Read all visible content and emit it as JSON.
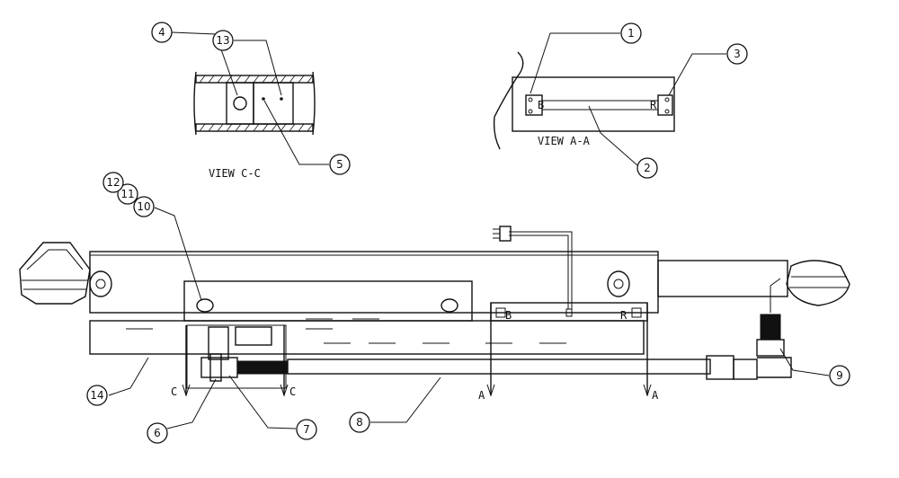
{
  "views": {
    "c_c": "VIEW C-C",
    "a_a": "VIEW A-A"
  },
  "section_marks": {
    "c_left": "C",
    "c_right": "C",
    "a_left": "A",
    "a_right": "A"
  },
  "port_labels": {
    "b_top": "B",
    "r_top": "R",
    "b_main": "B",
    "r_main": "R"
  },
  "balloons": [
    {
      "id": "1",
      "label": "1"
    },
    {
      "id": "2",
      "label": "2"
    },
    {
      "id": "3",
      "label": "3"
    },
    {
      "id": "4",
      "label": "4"
    },
    {
      "id": "5",
      "label": "5"
    },
    {
      "id": "6",
      "label": "6"
    },
    {
      "id": "7",
      "label": "7"
    },
    {
      "id": "8",
      "label": "8"
    },
    {
      "id": "9",
      "label": "9"
    },
    {
      "id": "10",
      "label": "10"
    },
    {
      "id": "11",
      "label": "11"
    },
    {
      "id": "12",
      "label": "12"
    },
    {
      "id": "13",
      "label": "13"
    },
    {
      "id": "14",
      "label": "14"
    }
  ]
}
